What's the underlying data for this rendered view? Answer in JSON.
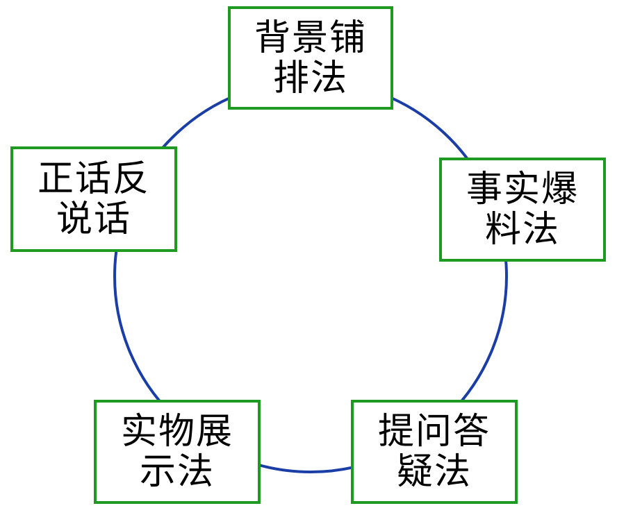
{
  "colors": {
    "ring": "#1a3ea6",
    "box_border": "#1e9a22",
    "text": "#000000",
    "background": "#ffffff"
  },
  "nodes": [
    {
      "id": "background",
      "label": "背景铺\n排法"
    },
    {
      "id": "fact",
      "label": "事实爆\n料法"
    },
    {
      "id": "question",
      "label": "提问答\n疑法"
    },
    {
      "id": "object",
      "label": "实物展\n示法"
    },
    {
      "id": "irony",
      "label": "正话反\n说话"
    }
  ]
}
